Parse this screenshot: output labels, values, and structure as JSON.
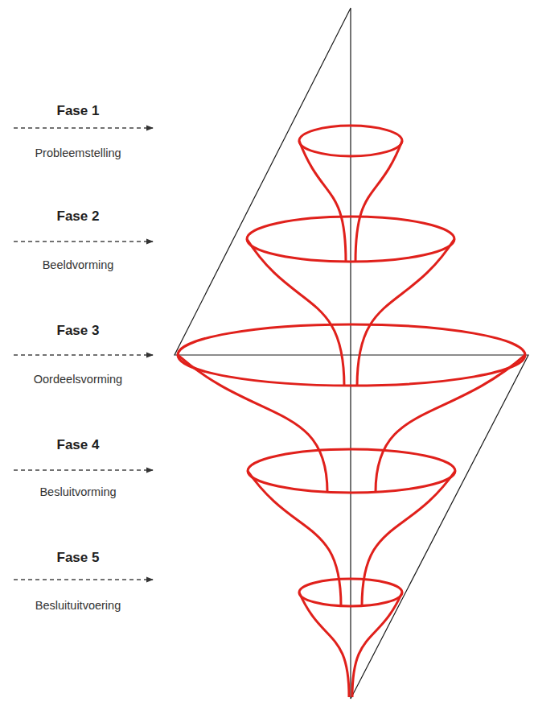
{
  "diagram": {
    "labels": [
      "Fase 1",
      "Probleemstelling",
      "Fase 2",
      "Beeldvorming",
      "Fase 3",
      "Oordeelsvorming",
      "Fase 4",
      "Besluitvorming",
      "Fase 5",
      "Besluituitvoering"
    ]
  }
}
